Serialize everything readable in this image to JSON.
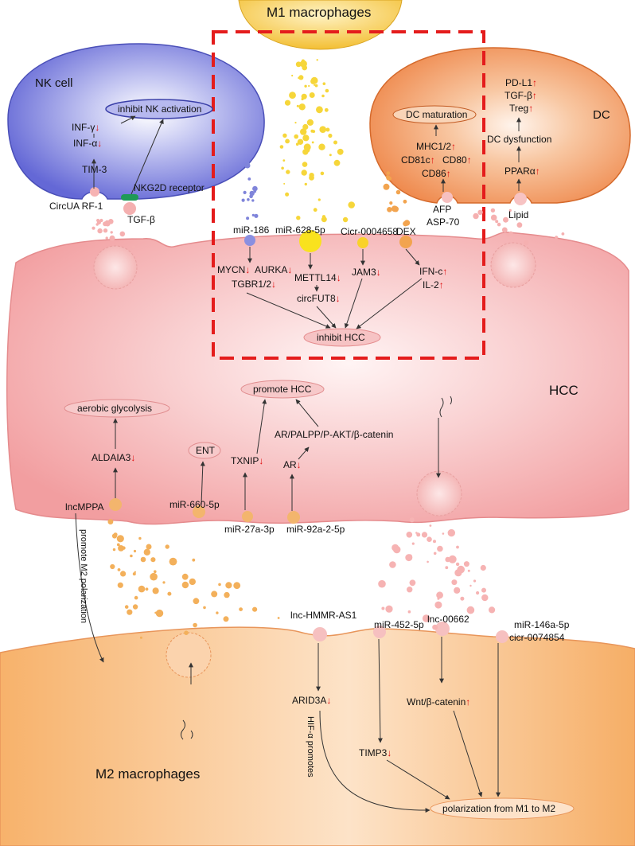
{
  "cells": {
    "m1": "M1 macrophages",
    "nk": "NK cell",
    "dc": "DC",
    "hcc": "HCC",
    "m2": "M2 macrophages"
  },
  "nk": {
    "inhibit": "inhibit NK activation",
    "infg": "INF-γ",
    "infa": "INF-α",
    "tim3": "TIM-3",
    "nkg2d": "NKG2D receptor",
    "circua": "CircUA RF-1",
    "tgfb": "TGF-β"
  },
  "dc": {
    "pdl1": "PD-L1",
    "tgfb": "TGF-β",
    "treg": "Treg",
    "maturation": "DC maturation",
    "mhc": "MHC1/2",
    "cd81c": "CD81c",
    "cd80": "CD80",
    "cd86": "CD86",
    "dysfunction": "DC dysfunction",
    "ppar": "PPARα",
    "afp": "AFP",
    "asp": "ASP-70",
    "lipid": "Lipid"
  },
  "m1box": {
    "mir186": "miR-186",
    "mir628": "miR-628-5p",
    "cicr": "Cicr-0004658",
    "dex": "DEX",
    "mycn": "MYCN",
    "aurka": "AURKA",
    "tgbr": "TGBR1/2",
    "mettl14": "METTL14",
    "circfut8": "circFUT8",
    "jam3": "JAM3",
    "ifnc": "IFN-c",
    "il2": "IL-2",
    "inhibit_hcc": "inhibit HCC"
  },
  "hcc": {
    "promote": "promote HCC",
    "glycolysis": "aerobic glycolysis",
    "aldaia3": "ALDAIA3",
    "ent": "ENT",
    "txnip": "TXNIP",
    "ar": "AR",
    "pathway": "AR/PALPP/P-AKT/β-catenin",
    "lncmppa": "lncMPPA",
    "mir660": "miR-660-5p",
    "mir27": "miR-27a-3p",
    "mir92": "miR-92a-2-5p",
    "m2pol": "promote M2 polarization"
  },
  "m2": {
    "hmmr": "lnc-HMMR-AS1",
    "mir452": "miR-452-5p",
    "lnc00662": "lnc-00662",
    "mir146": "miR-146a-5p",
    "cicr0074854": "cicr-0074854",
    "arid3a": "ARID3A",
    "wnt": "Wnt/β-catenin",
    "timp3": "TIMP3",
    "hif": "HIF-α promotes",
    "polarization": "polarization from M1 to M2"
  },
  "arrows": {
    "up": "↑",
    "down": "↓"
  },
  "colors": {
    "nk_fill": "#6a6ed8",
    "dc_fill": "#f0935a",
    "m1_fill": "#f5c43a",
    "hcc_fill": "#f4a6a8",
    "m2_fill": "#f4a455",
    "dashed_box": "#e41c1c",
    "arrow_red": "#e01010"
  }
}
